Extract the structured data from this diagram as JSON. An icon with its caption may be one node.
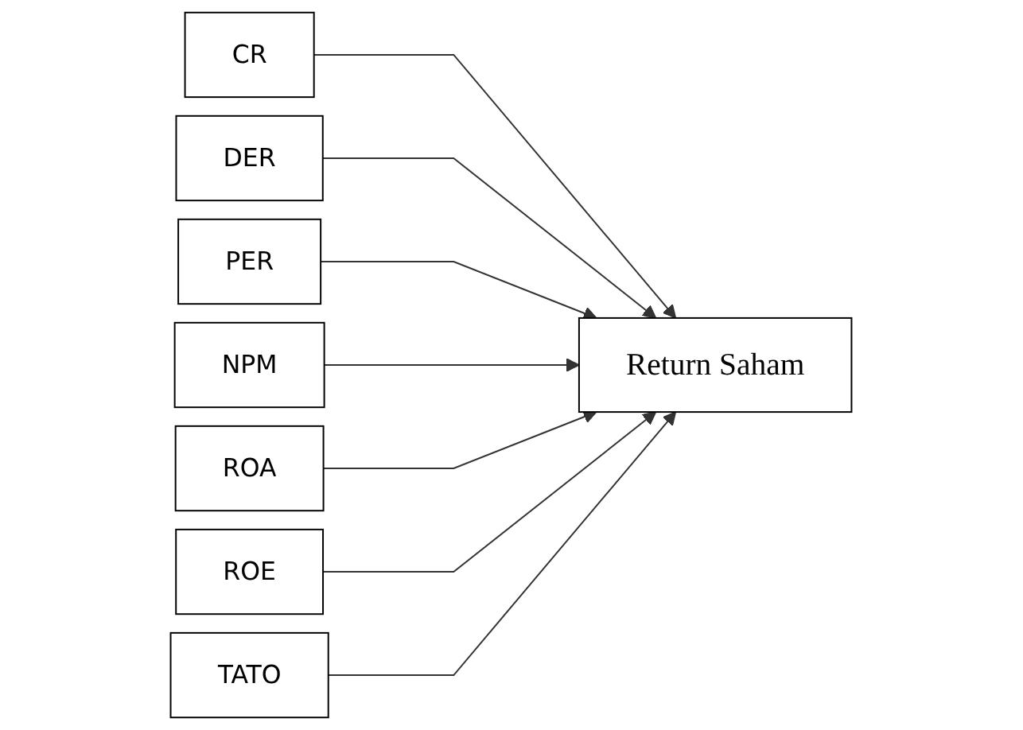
{
  "diagram": {
    "nodes": [
      {
        "text": [
          "CR"
        ]
      },
      {
        "text": [
          "DER"
        ]
      },
      {
        "text": [
          "PER"
        ]
      },
      {
        "text": [
          "NPM"
        ]
      },
      {
        "text": [
          "ROA"
        ]
      },
      {
        "text": [
          "ROE"
        ]
      },
      {
        "text": [
          "TATO"
        ]
      },
      {
        "text": [
          "Return Saham"
        ]
      }
    ],
    "edges": [
      {
        "from": 0,
        "to": 7,
        "arrow": "to"
      },
      {
        "from": 1,
        "to": 7,
        "arrow": "to"
      },
      {
        "from": 2,
        "to": 7,
        "arrow": "to"
      },
      {
        "from": 3,
        "to": 7,
        "arrow": "to"
      },
      {
        "from": 4,
        "to": 7,
        "arrow": "to"
      },
      {
        "from": 5,
        "to": 7,
        "arrow": "to"
      },
      {
        "from": 6,
        "to": 7,
        "arrow": "to"
      }
    ]
  }
}
